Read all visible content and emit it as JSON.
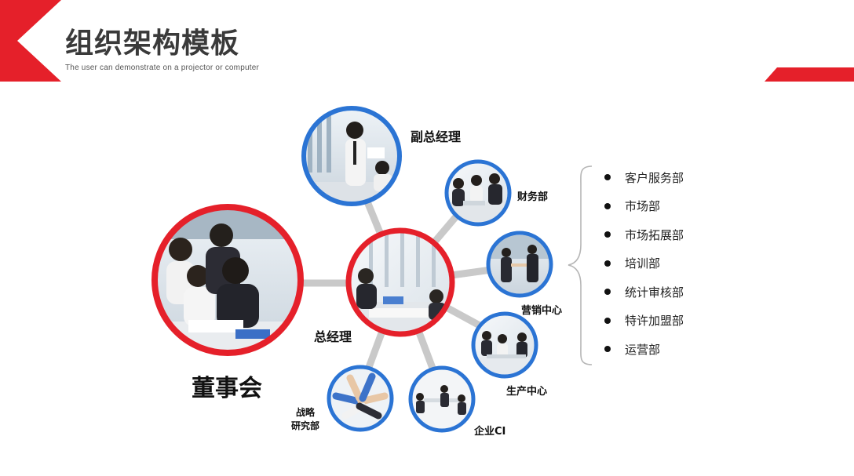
{
  "header": {
    "title": "组织架构模板",
    "subtitle": "The user can demonstrate on a projector or computer"
  },
  "colors": {
    "accent_red": "#e5202a",
    "ring_blue": "#2b74d4",
    "connector_gray": "#c9c9c9",
    "brace_gray": "#b5b5b5"
  },
  "nodes": {
    "board": "董事会",
    "gm": "总经理",
    "vice_gm": "副总经理",
    "finance": "财务部",
    "marketing": "营销中心",
    "production": "生产中心",
    "corporate_ci": "企业CI",
    "strategy_line1": "战略",
    "strategy_line2": "研究部"
  },
  "departments": [
    "客户服务部",
    "市场部",
    "市场拓展部",
    "培训部",
    "统计审核部",
    "特许加盟部",
    "运营部"
  ]
}
